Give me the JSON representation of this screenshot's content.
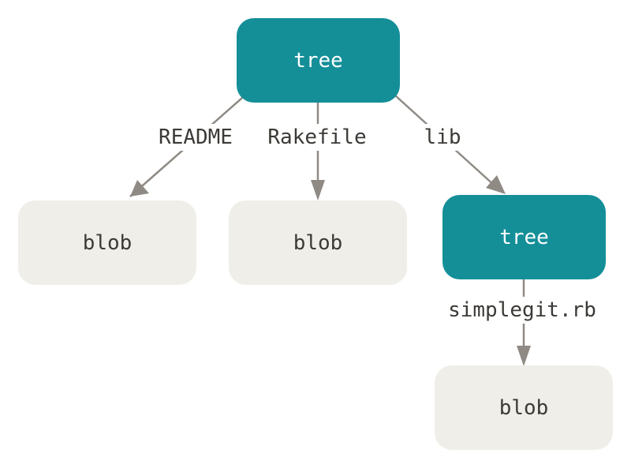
{
  "nodes": {
    "root_tree": {
      "label": "tree",
      "kind": "tree"
    },
    "readme_blob": {
      "label": "blob",
      "kind": "blob"
    },
    "rakefile_blob": {
      "label": "blob",
      "kind": "blob"
    },
    "lib_tree": {
      "label": "tree",
      "kind": "tree"
    },
    "simplegit_blob": {
      "label": "blob",
      "kind": "blob"
    }
  },
  "edges": [
    {
      "from": "root_tree",
      "to": "readme_blob",
      "label": "README"
    },
    {
      "from": "root_tree",
      "to": "rakefile_blob",
      "label": "Rakefile"
    },
    {
      "from": "root_tree",
      "to": "lib_tree",
      "label": "lib"
    },
    {
      "from": "lib_tree",
      "to": "simplegit_blob",
      "label": "simplegit.rb"
    }
  ],
  "colors": {
    "tree_fill": "#148f98",
    "blob_fill": "#efeee8",
    "arrow": "#8f8a84",
    "text_dark": "#3c3a36",
    "text_light": "#ffffff"
  }
}
